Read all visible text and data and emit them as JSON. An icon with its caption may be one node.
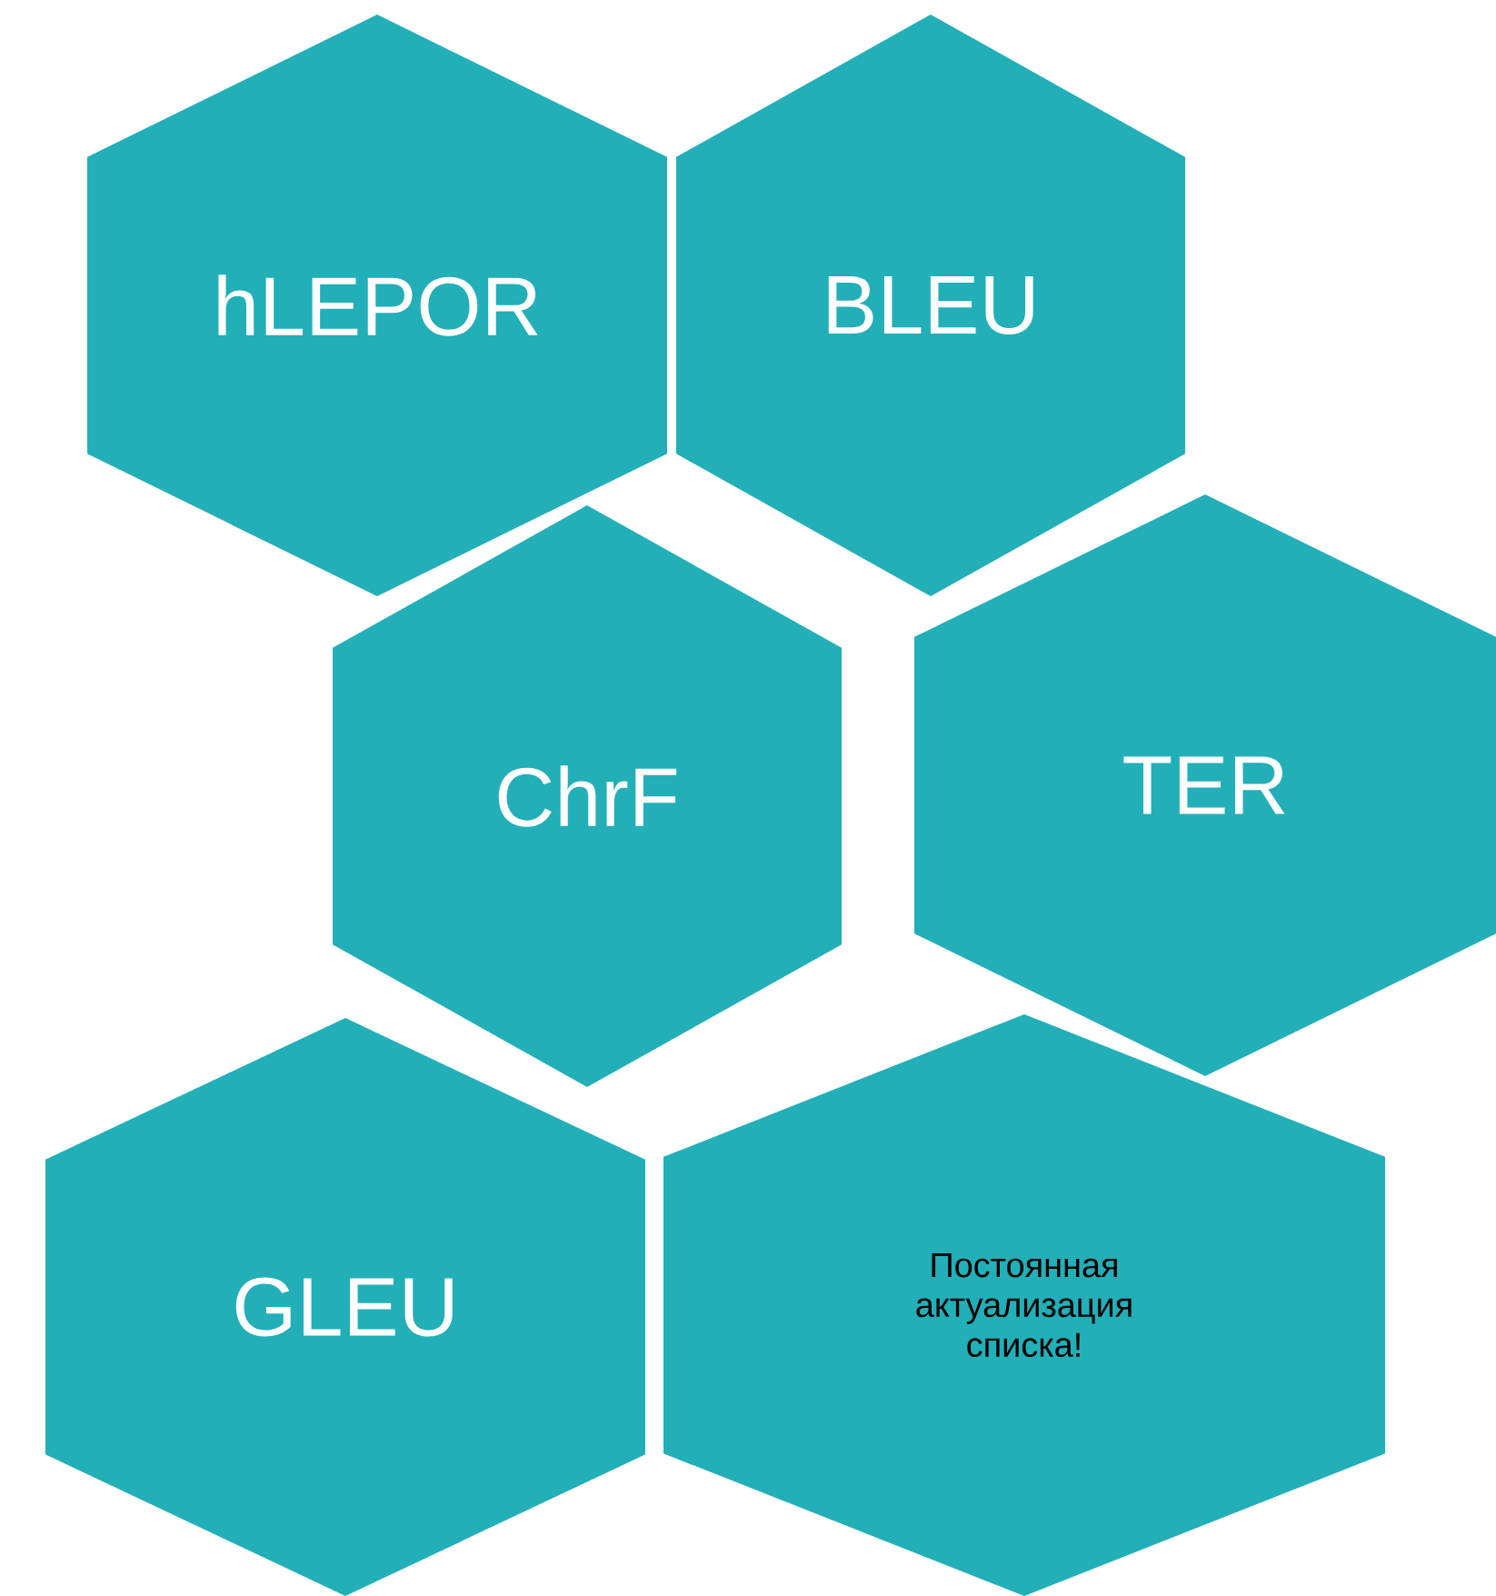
{
  "diagram": {
    "nodes": [
      {
        "text": [
          "hLEPOR"
        ]
      },
      {
        "text": [
          "BLEU"
        ]
      },
      {
        "text": [
          "ChrF"
        ]
      },
      {
        "text": [
          "TER"
        ]
      },
      {
        "text": [
          "GLEU"
        ]
      },
      {
        "text": [
          "Постоянная актуализация списка!"
        ]
      }
    ]
  }
}
